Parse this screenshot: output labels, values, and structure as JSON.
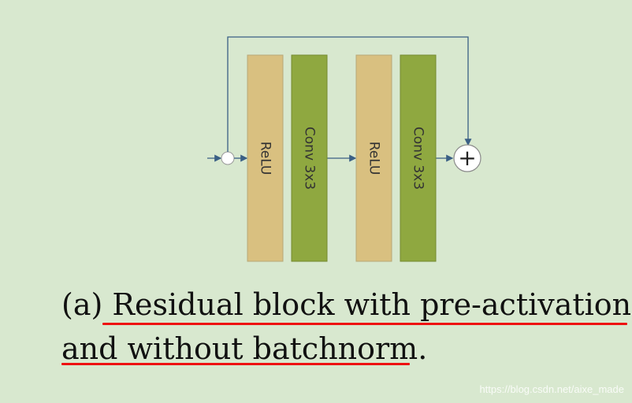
{
  "diagram": {
    "blocks": [
      {
        "label": "ReLU",
        "color": "#d9c080"
      },
      {
        "label": "Conv 3x3",
        "color": "#8fa840"
      },
      {
        "label": "ReLU",
        "color": "#d9c080"
      },
      {
        "label": "Conv 3x3",
        "color": "#8fa840"
      }
    ],
    "add_symbol": "+",
    "edge_color": "#3a5f85"
  },
  "caption": {
    "prefix": "(a)",
    "line1_rest": " Residual block with pre-activation",
    "line2": "and without batchnorm."
  },
  "watermark": "https://blog.csdn.net/aixe_made"
}
